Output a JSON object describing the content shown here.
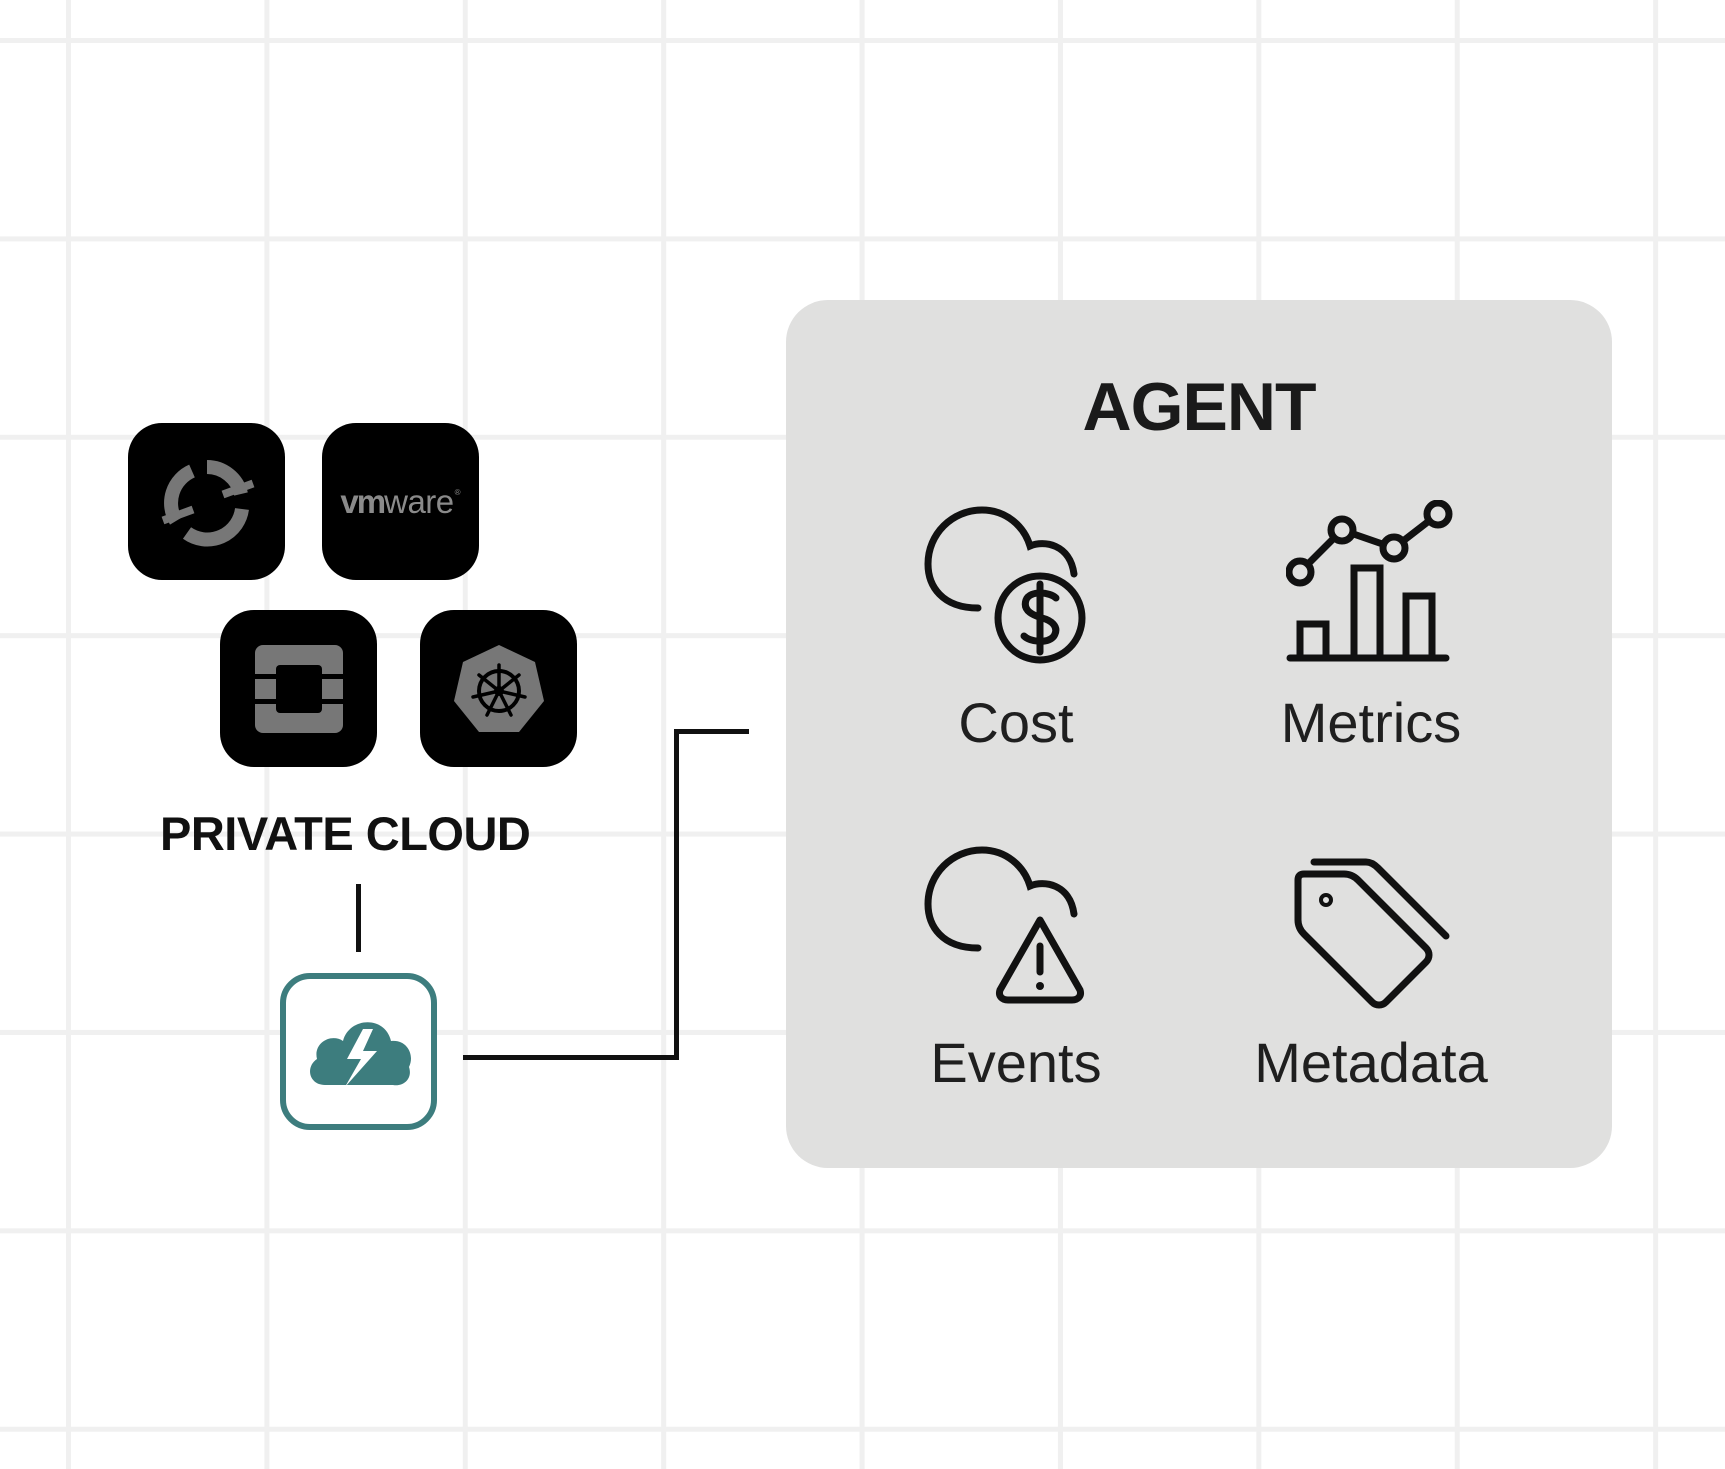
{
  "private_cloud": {
    "label": "PRIVATE CLOUD",
    "platforms": [
      {
        "name": "OpenShift",
        "icon": "openshift-icon"
      },
      {
        "name": "VMware",
        "icon": "vmware-logo-icon",
        "logo_text": "vmware"
      },
      {
        "name": "OpenStack",
        "icon": "openstack-icon"
      },
      {
        "name": "Kubernetes",
        "icon": "kubernetes-icon"
      }
    ]
  },
  "connector": {
    "icon": "cloud-lightning-icon",
    "accent_color": "#3d7d7e"
  },
  "agent": {
    "title": "AGENT",
    "panel_color": "#e0e0df",
    "features": [
      {
        "label": "Cost",
        "icon": "cloud-dollar-icon"
      },
      {
        "label": "Metrics",
        "icon": "bar-line-chart-icon"
      },
      {
        "label": "Events",
        "icon": "cloud-warning-icon"
      },
      {
        "label": "Metadata",
        "icon": "tags-icon"
      }
    ]
  }
}
